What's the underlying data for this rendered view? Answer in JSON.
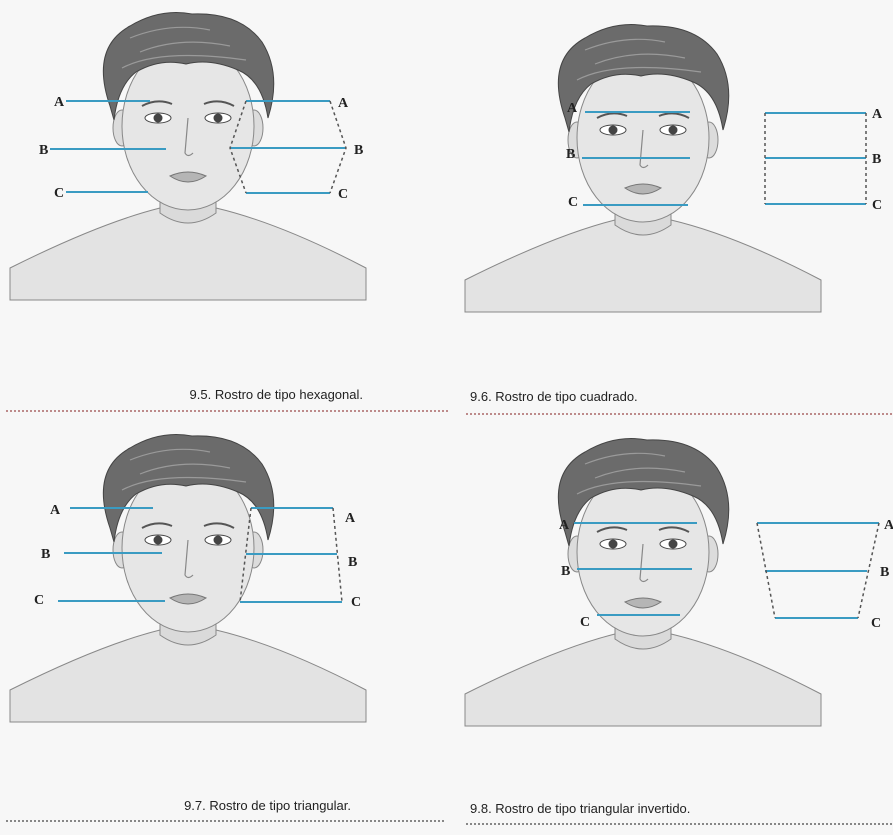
{
  "panels": [
    {
      "id": "hexagonal",
      "caption": "9.5. Rostro de tipo hexagonal.",
      "labels": {
        "a": "A",
        "b": "B",
        "c": "C"
      }
    },
    {
      "id": "square",
      "caption": "9.6. Rostro de tipo cuadrado.",
      "labels": {
        "a": "A",
        "b": "B",
        "c": "C"
      }
    },
    {
      "id": "triangular",
      "caption": "9.7. Rostro de tipo triangular.",
      "labels": {
        "a": "A",
        "b": "B",
        "c": "C"
      }
    },
    {
      "id": "inverted",
      "caption": "9.8. Rostro de tipo triangular invertido.",
      "labels": {
        "a": "A",
        "b": "B",
        "c": "C"
      }
    }
  ],
  "colors": {
    "measure_line": "#3a9bc2",
    "separator": "#9a4a4a",
    "skin": "#e6e6e6",
    "hair": "#6b6b6b"
  }
}
